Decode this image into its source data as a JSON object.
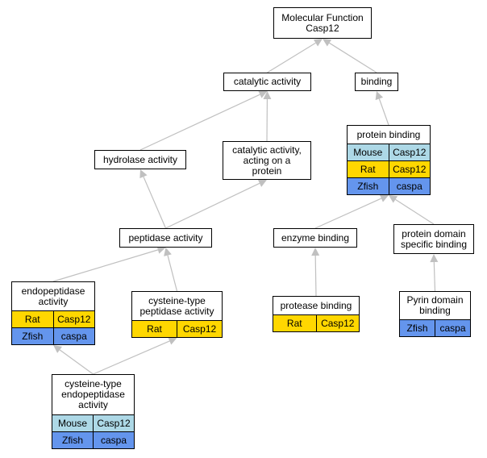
{
  "colors": {
    "edge": "#c0c0c0",
    "Mouse": "#add8e6",
    "Rat": "#ffd700",
    "Zfish": "#6495ed"
  },
  "nodes": {
    "mf": {
      "label": "Molecular Function\nCasp12",
      "rows": []
    },
    "cat": {
      "label": "catalytic activity",
      "rows": []
    },
    "bind": {
      "label": "binding",
      "rows": []
    },
    "hydro": {
      "label": "hydrolase activity",
      "rows": []
    },
    "catprot": {
      "label": "catalytic activity,\nacting on a\nprotein",
      "rows": []
    },
    "protb": {
      "label": "protein binding",
      "rows": [
        {
          "species": "Mouse",
          "gene": "Casp12"
        },
        {
          "species": "Rat",
          "gene": "Casp12"
        },
        {
          "species": "Zfish",
          "gene": "caspa"
        }
      ]
    },
    "pept": {
      "label": "peptidase activity",
      "rows": []
    },
    "enzb": {
      "label": "enzyme binding",
      "rows": []
    },
    "pdsb": {
      "label": "protein domain\nspecific binding",
      "rows": []
    },
    "endo": {
      "label": "endopeptidase\nactivity",
      "rows": [
        {
          "species": "Rat",
          "gene": "Casp12"
        },
        {
          "species": "Zfish",
          "gene": "caspa"
        }
      ]
    },
    "cyspa": {
      "label": "cysteine-type\npeptidase activity",
      "rows": [
        {
          "species": "Rat",
          "gene": "Casp12"
        }
      ]
    },
    "protease": {
      "label": "protease binding",
      "rows": [
        {
          "species": "Rat",
          "gene": "Casp12"
        }
      ]
    },
    "pyrin": {
      "label": "Pyrin domain\nbinding",
      "rows": [
        {
          "species": "Zfish",
          "gene": "caspa"
        }
      ]
    },
    "cysendo": {
      "label": "cysteine-type\nendopeptidase\nactivity",
      "rows": [
        {
          "species": "Mouse",
          "gene": "Casp12"
        },
        {
          "species": "Zfish",
          "gene": "caspa"
        }
      ]
    }
  },
  "edges": [
    {
      "from": "cat",
      "to": "mf"
    },
    {
      "from": "bind",
      "to": "mf"
    },
    {
      "from": "hydro",
      "to": "cat"
    },
    {
      "from": "catprot",
      "to": "cat"
    },
    {
      "from": "protb",
      "to": "bind"
    },
    {
      "from": "pept",
      "to": "hydro"
    },
    {
      "from": "pept",
      "to": "catprot"
    },
    {
      "from": "enzb",
      "to": "protb"
    },
    {
      "from": "pdsb",
      "to": "protb"
    },
    {
      "from": "endo",
      "to": "pept"
    },
    {
      "from": "cyspa",
      "to": "pept"
    },
    {
      "from": "protease",
      "to": "enzb"
    },
    {
      "from": "pyrin",
      "to": "pdsb"
    },
    {
      "from": "cysendo",
      "to": "endo"
    },
    {
      "from": "cysendo",
      "to": "cyspa"
    }
  ]
}
